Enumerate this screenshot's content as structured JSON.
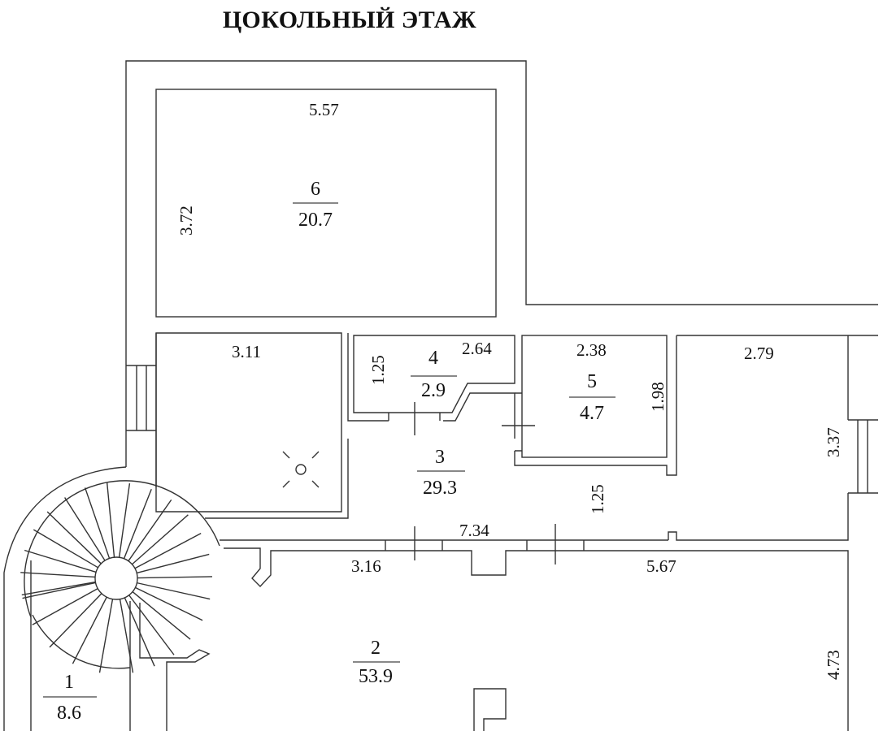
{
  "title": "ЦОКОЛЬНЫЙ ЭТАЖ",
  "rooms": [
    {
      "number": "1",
      "area": "8.6"
    },
    {
      "number": "2",
      "area": "53.9"
    },
    {
      "number": "3",
      "area": "29.3"
    },
    {
      "number": "4",
      "area": "2.9"
    },
    {
      "number": "5",
      "area": "4.7"
    },
    {
      "number": "6",
      "area": "20.7"
    }
  ],
  "dimensions": {
    "room6_width": "5.57",
    "room6_height": "3.72",
    "boiler_width": "3.11",
    "room4_height": "1.25",
    "room4_width": "2.64",
    "room5_width": "2.38",
    "room5_height": "1.98",
    "right_room_width": "2.79",
    "right_room_height": "3.37",
    "corridor_width": "1.25",
    "corridor_length": "7.34",
    "room2_left": "3.16",
    "room2_right": "5.67",
    "room2_height": "4.73"
  }
}
